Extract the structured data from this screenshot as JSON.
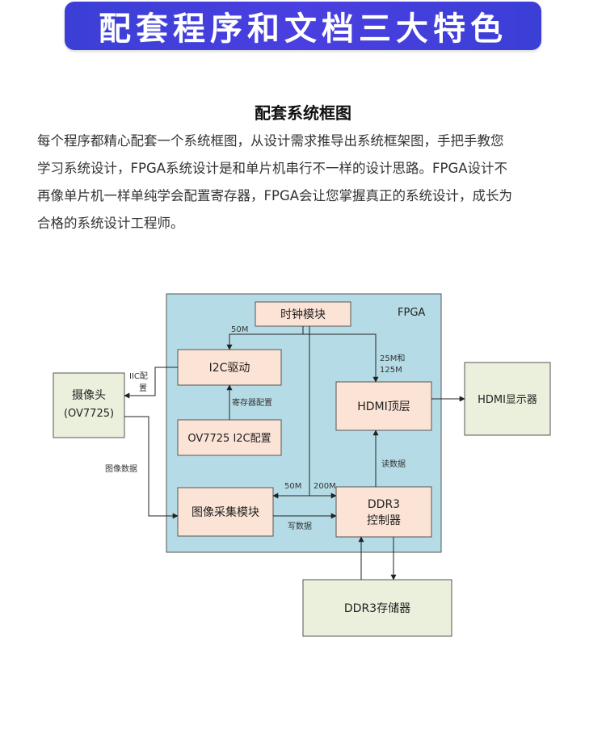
{
  "banner": {
    "title": "配套程序和文档三大特色"
  },
  "section": {
    "title": "配套系统框图"
  },
  "intro": {
    "lines": [
      "每个程序都精心配套一个系统框图，从设计需求推导出系统框架图，手把手教您",
      "学习系统设计，FPGA系统设计是和单片机串行不一样的设计思路。FPGA设计不",
      "再像单片机一样单纯学会配置寄存器，FPGA会让您掌握真正的系统设计，成长为",
      "合格的系统设计工程师。"
    ]
  },
  "diagram": {
    "fpga_label": "FPGA",
    "blocks": {
      "clock": "时钟模块",
      "i2c_driver": "I2C驱动",
      "ov7725_cfg": "OV7725 I2C配置",
      "camera_l1": "摄像头",
      "camera_l2": "(OV7725)",
      "hdmi_top": "HDMI顶层",
      "hdmi_display": "HDMI显示器",
      "capture": "图像采集模块",
      "ddr3_ctrl_l1": "DDR3",
      "ddr3_ctrl_l2": "控制器",
      "ddr3_mem": "DDR3存储器"
    },
    "labels": {
      "clk_50m_top": "50M",
      "clk_25m": "25M和",
      "clk_125m": "125M",
      "iic_cfg_l1": "IIC配",
      "iic_cfg_l2": "置",
      "reg_cfg": "寄存器配置",
      "image_data": "图像数据",
      "clk_50m_bottom": "50M",
      "clk_200m": "200M",
      "read_data": "读数据",
      "write_data": "写数据"
    },
    "colors": {
      "fpga_fill": "#b5dce6",
      "inner_block_fill": "#fbe3d6",
      "outer_block_fill": "#ebf0dc",
      "border": "#555555"
    }
  }
}
